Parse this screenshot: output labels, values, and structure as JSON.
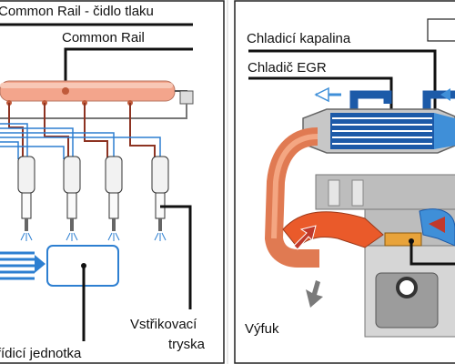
{
  "left_panel": {
    "rail_sensor_label": "Common Rail - čidlo tlaku",
    "rail_label": "Common Rail",
    "injector_label_line1": "Vstřikovací",
    "injector_label_line2": "tryska",
    "control_unit_label": "řídicí jednotka"
  },
  "right_panel": {
    "coolant_label": "Chladicí kapalina",
    "egr_cooler_label": "Chladič EGR",
    "exhaust_label": "Výfuk"
  },
  "colors": {
    "rail": "#f3a58c",
    "coolant": "#1c5aa8",
    "hot_gas": "#ea5a2a",
    "cool_gas": "#3f8fd8",
    "engine_grey": "#b9b9b9"
  }
}
